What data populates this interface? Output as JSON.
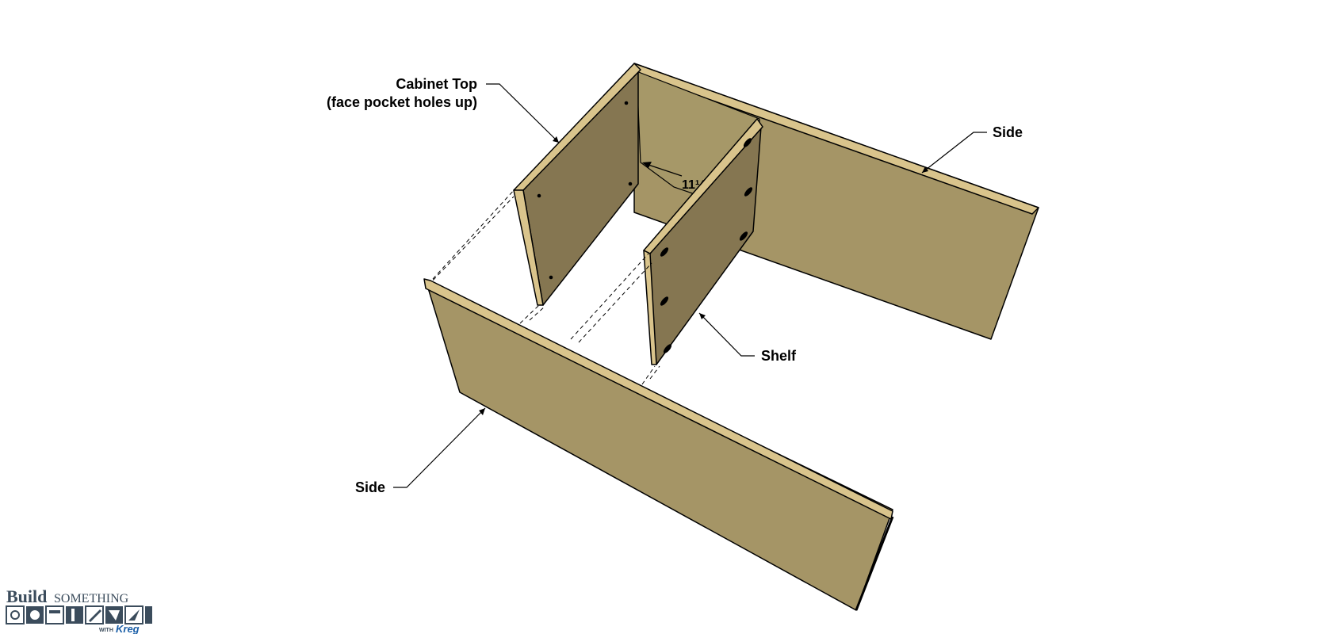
{
  "labels": {
    "cabinet_top_line1": "Cabinet Top",
    "cabinet_top_line2": "(face pocket holes up)",
    "side_right": "Side",
    "side_left": "Side",
    "shelf": "Shelf",
    "dimension": "11¼\""
  },
  "logo": {
    "build": "Build",
    "something": "SOMETHING",
    "with": "WITH",
    "brand": "Kreg"
  },
  "colors": {
    "panel_face": "#a59566",
    "panel_shadow": "#857651",
    "panel_edge": "#d9c48c",
    "logo_text": "#3b4c5c",
    "kreg_blue": "#1b5fa8"
  }
}
